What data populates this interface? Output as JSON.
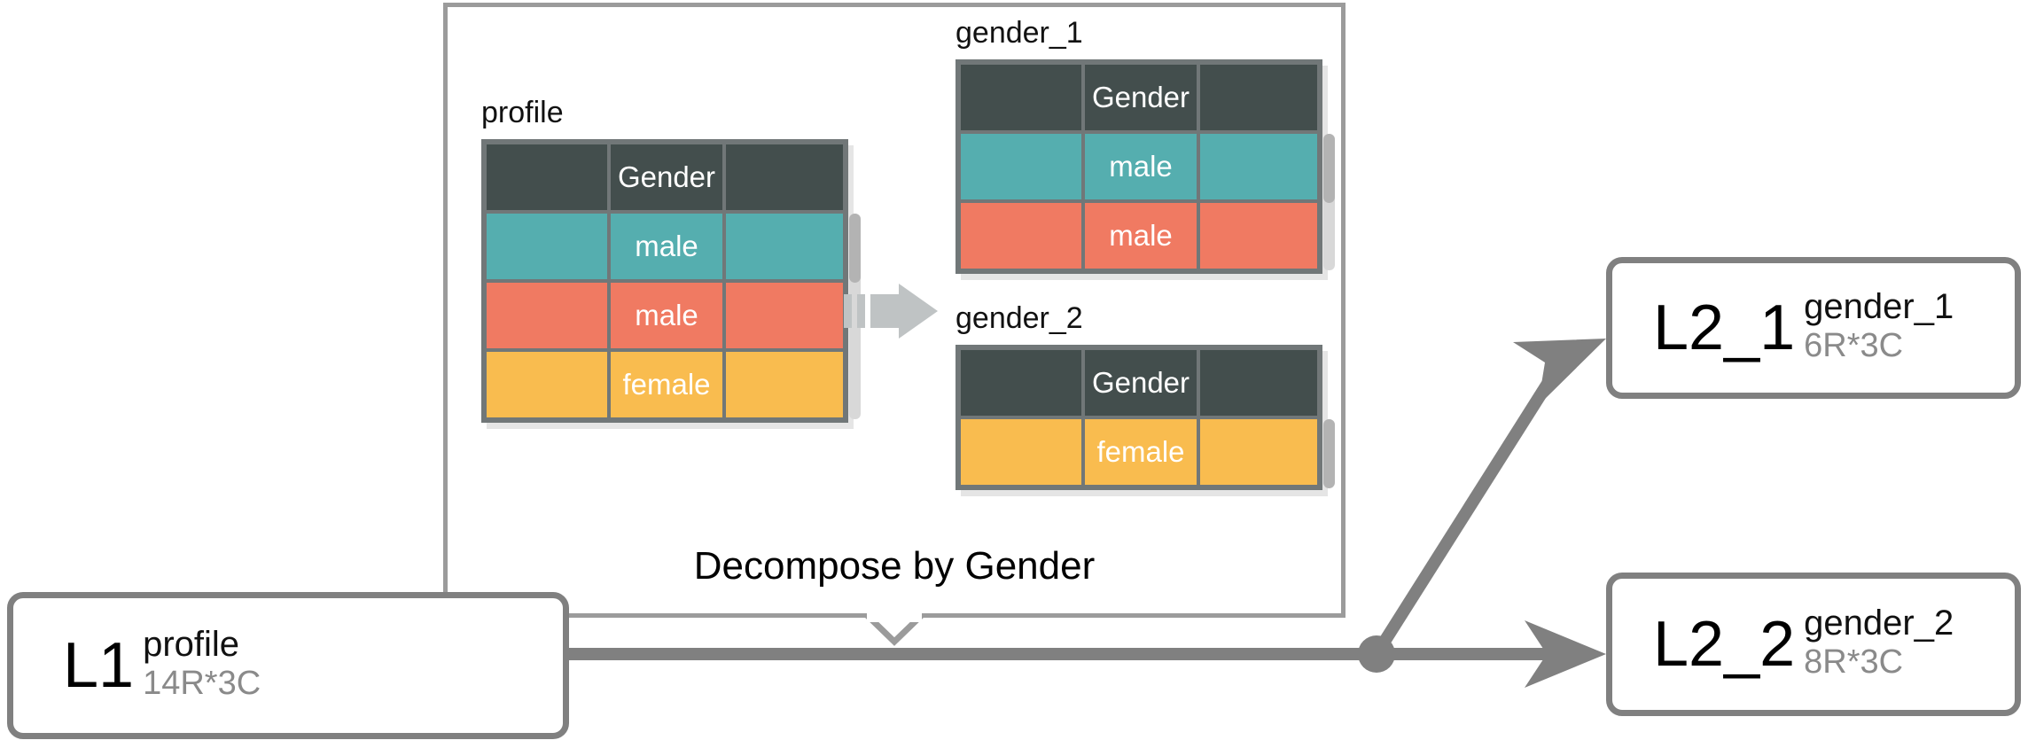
{
  "diagram": {
    "type": "data-lineage-flow",
    "caption": "Decompose by Gender",
    "colors": {
      "edge": "#808080",
      "panel_border": "#9b9b9b",
      "node_border": "#808080",
      "table_grid": "#717778",
      "header_fill": "#434e4d",
      "teal": "#55aeaf",
      "salmon": "#f07a62",
      "orange": "#f9bc4f",
      "dim_text": "#8a8a8a"
    }
  },
  "nodes": {
    "l1": {
      "id": "L1",
      "table_name": "profile",
      "dims": "14R*3C"
    },
    "l2_1": {
      "id": "L2_1",
      "table_name": "gender_1",
      "dims": "6R*3C"
    },
    "l2_2": {
      "id": "L2_2",
      "table_name": "gender_2",
      "dims": "8R*3C"
    }
  },
  "panel": {
    "caption": "Decompose by Gender",
    "tables": {
      "profile": {
        "title": "profile",
        "header": [
          "",
          "Gender",
          ""
        ],
        "rows": [
          {
            "fill": "teal",
            "cells": [
              "",
              "male",
              ""
            ]
          },
          {
            "fill": "salmon",
            "cells": [
              "",
              "male",
              ""
            ]
          },
          {
            "fill": "orange",
            "cells": [
              "",
              "female",
              ""
            ]
          }
        ]
      },
      "gender_1": {
        "title": "gender_1",
        "header": [
          "",
          "Gender",
          ""
        ],
        "rows": [
          {
            "fill": "teal",
            "cells": [
              "",
              "male",
              ""
            ]
          },
          {
            "fill": "salmon",
            "cells": [
              "",
              "male",
              ""
            ]
          }
        ]
      },
      "gender_2": {
        "title": "gender_2",
        "header": [
          "",
          "Gender",
          ""
        ],
        "rows": [
          {
            "fill": "orange",
            "cells": [
              "",
              "female",
              ""
            ]
          }
        ]
      }
    },
    "transform_icon": "decompose-arrow-icon"
  }
}
